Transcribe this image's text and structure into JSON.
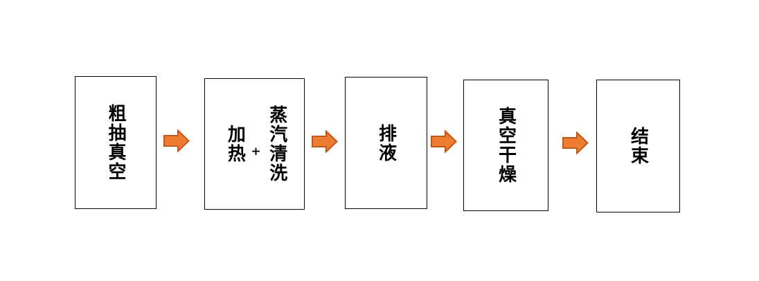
{
  "colors": {
    "background": "#ffffff",
    "box_fill": "#ffffff",
    "box_border": "#000000",
    "text": "#000000",
    "arrow_fill": "#ED7D31",
    "arrow_border": "#C0571C"
  },
  "flowchart": {
    "type": "process-flow",
    "direction": "left-to-right",
    "connector_style": "block-right-arrow",
    "steps": [
      {
        "id": "rough-vacuum",
        "label": "粗抽真空"
      },
      {
        "id": "heat-steam-clean",
        "label": "加热+蒸汽清洗",
        "parts": {
          "left": "加热",
          "operator": "+",
          "right": "蒸汽清洗"
        }
      },
      {
        "id": "drain",
        "label": "排液"
      },
      {
        "id": "vacuum-dry",
        "label": "真空干燥"
      },
      {
        "id": "end",
        "label": "结束"
      }
    ]
  }
}
